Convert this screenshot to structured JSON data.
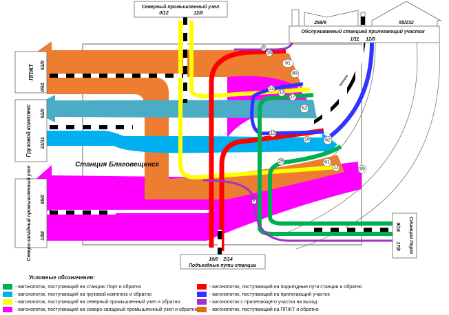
{
  "station": {
    "name": "Станция Благовещенск"
  },
  "nodes": {
    "north": {
      "title": "Северный промышленный узел",
      "left": "0/12",
      "right": "12/0"
    },
    "adjacent": {
      "title": "Обслуживаемый станцией прилегающий участок",
      "left": "1/11",
      "right": "12/0",
      "park1": "268/9",
      "park2": "55/232",
      "direction": "четное"
    },
    "ppzht": {
      "title": "ППЖТ",
      "top": "61/0",
      "bottom": "0/61"
    },
    "cargo": {
      "title": "Грузовой комплекс",
      "top": "62/0",
      "bottom": "31/31"
    },
    "northwest": {
      "title": "Северо-западный промышленный узел",
      "top": "89/0",
      "bottom": "1/88"
    },
    "access": {
      "title": "Подъездные пути станции",
      "left": "16/0",
      "right": "2/14"
    },
    "port": {
      "title": "Станция Порт",
      "top": "9/16",
      "bottom": "17/8"
    }
  },
  "flow_labels": [
    "8",
    "16",
    "61",
    "89",
    "12",
    "12",
    "17",
    "62",
    "12",
    "16",
    "62",
    "25",
    "61",
    "12",
    "89",
    "8"
  ],
  "legend": {
    "title": "Условные обозначения:",
    "items": [
      {
        "color": "#00b050",
        "label": "- вагонопоток, поступающий на станцию Порт и обратно"
      },
      {
        "color": "#00b0f0",
        "label": "- вагонопоток, поступающий на грузовой комплекс и обратно"
      },
      {
        "color": "#ffff00",
        "label": "- вагонопоток, поступающий на северный промышленный узел и обратно"
      },
      {
        "color": "#ff00ff",
        "label": "- вагонопоток, поступающий на северо-западный промышленный узел и обратно"
      },
      {
        "color": "#ff0000",
        "label": "- вагонопоток, поступающий на подъездные пути станции и обратно"
      },
      {
        "color": "#3333ff",
        "label": "- вагонопоток, поступающий на прилегающий участок"
      },
      {
        "color": "#9933cc",
        "label": "- вагонопоток с прилегающего участка на выход"
      },
      {
        "color": "#e46c0a",
        "label": "- вагонопоток, поступающий на ППЖТ и обратно"
      }
    ]
  }
}
